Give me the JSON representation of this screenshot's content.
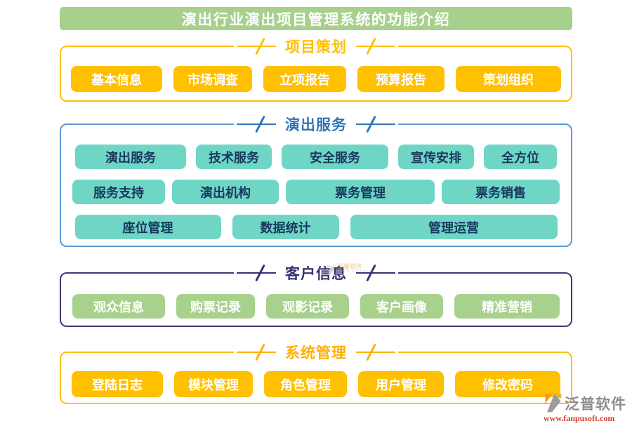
{
  "page": {
    "title": "演出行业演出项目管理系统的功能介绍"
  },
  "sections": [
    {
      "id": "project-planning",
      "title": "项目策划",
      "rows": [
        [
          "基本信息",
          "市场调查",
          "立项报告",
          "预算报告",
          "策划组织"
        ]
      ]
    },
    {
      "id": "performance-service",
      "title": "演出服务",
      "rows": [
        [
          "演出服务",
          "技术服务",
          "安全服务",
          "宣传安排",
          "全方位"
        ],
        [
          "服务支持",
          "演出机构",
          "票务管理",
          "票务销售"
        ],
        [
          "座位管理",
          "数据统计",
          "管理运营"
        ]
      ]
    },
    {
      "id": "customer-info",
      "title": "客户信息",
      "rows": [
        [
          "观众信息",
          "购票记录",
          "观影记录",
          "客户画像",
          "精准营销"
        ]
      ]
    },
    {
      "id": "system-management",
      "title": "系统管理",
      "rows": [
        [
          "登陆日志",
          "模块管理",
          "角色管理",
          "用户管理",
          "修改密码"
        ]
      ]
    }
  ],
  "watermark": {
    "text": "泛普软件",
    "subtext": "FANPU SOFTWARE"
  },
  "branding": {
    "name": "泛普软件",
    "url": "www.fanpusoft.com",
    "icon": "fanpu-logo-icon"
  },
  "colors": {
    "title_bar_bg": "#A8D08D",
    "title_text": "#FFFFFF",
    "gold_accent": "#FFC000",
    "gold_button_bg": "#FFC000",
    "blue_border": "#5B9BD5",
    "blue_header_text": "#2E74B5",
    "teal_button_bg": "#6FD6C5",
    "teal_button_text": "#17375E",
    "navy_border": "#3C3C78",
    "navy_header_text": "#343473",
    "green_button_bg": "#A9D18E",
    "orange_header_text": "#FFB000",
    "brand_text_color": "#8E8E8E",
    "brand_url_color": "#D6402B"
  }
}
